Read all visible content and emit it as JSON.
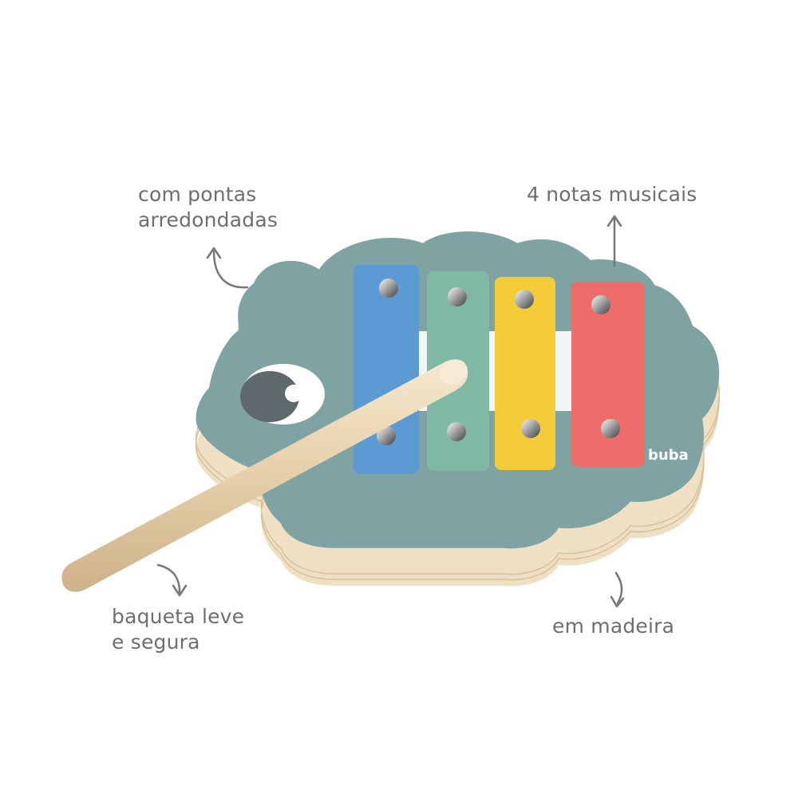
{
  "labels": {
    "rounded": {
      "line1": "com pontas",
      "line2": "arredondadas"
    },
    "notes": {
      "line1": "4 notas musicais"
    },
    "mallet": {
      "line1": "baqueta leve",
      "line2": "e segura"
    },
    "wood": {
      "line1": "em madeira"
    }
  },
  "brand": "buba",
  "colors": {
    "board": "#7fa3a3",
    "plywood": "#f1e2c8",
    "bar_blue": "#5b9ad3",
    "bar_green": "#7fb9a3",
    "bar_yellow": "#f4cc37",
    "bar_red": "#ec6d6a",
    "mallet": "#ead5b3",
    "label_text": "#6e6e6e"
  },
  "icons": [
    "curved-arrow-icon",
    "up-arrow-icon",
    "curved-down-arrow-icon"
  ]
}
